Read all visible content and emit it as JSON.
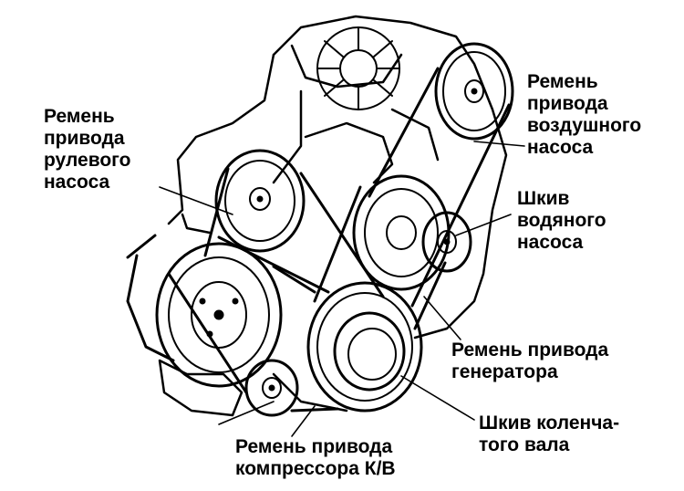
{
  "labels": {
    "air_pump_belt": [
      "Ремень",
      "привода",
      "воздушного",
      "насоса"
    ],
    "steering_pump_belt": [
      "Ремень",
      "привода",
      "рулевого",
      "насоса"
    ],
    "water_pump_pulley": [
      "Шкив",
      "водяного",
      "насоса"
    ],
    "generator_belt": [
      "Ремень привода",
      "генератора"
    ],
    "crankshaft_pulley": [
      "Шкив коленча-",
      "того вала"
    ],
    "ac_compressor_belt": [
      "Ремень привода",
      "компрессора К/В"
    ]
  },
  "colors": {
    "ink": "#000000",
    "paper": "#ffffff"
  }
}
